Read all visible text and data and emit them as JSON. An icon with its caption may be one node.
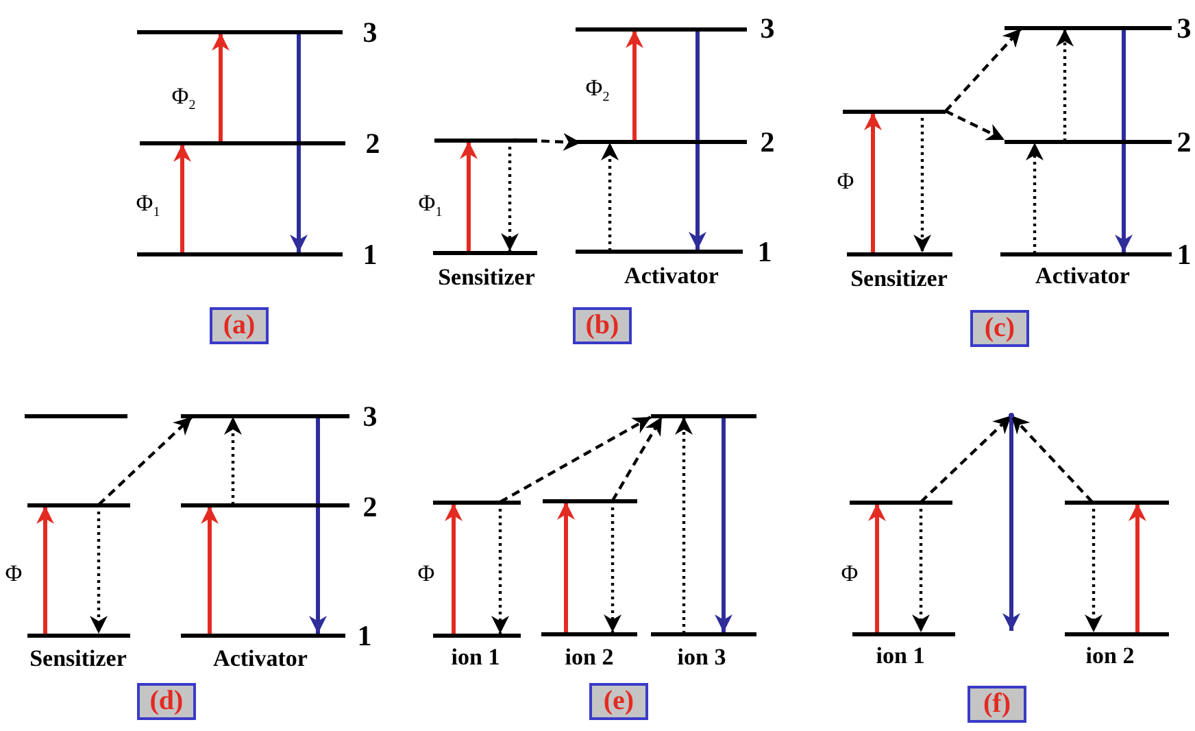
{
  "diagram": {
    "nodes": [
      {
        "text": [],
        "shape": "bar",
        "beside": [
          "3"
        ]
      },
      {
        "text": [],
        "shape": "bar",
        "beside": [
          "2"
        ]
      },
      {
        "text": [],
        "shape": "bar",
        "beside": [
          "1"
        ]
      },
      {
        "text": [
          "(a)"
        ]
      },
      {
        "text": [],
        "shape": "bar"
      },
      {
        "text": [],
        "shape": "bar",
        "beside": [
          "Sensitizer"
        ]
      },
      {
        "text": [],
        "shape": "bar",
        "beside": [
          "3"
        ]
      },
      {
        "text": [],
        "shape": "bar",
        "beside": [
          "2"
        ]
      },
      {
        "text": [],
        "shape": "bar",
        "beside": [
          "Activator",
          "1"
        ]
      },
      {
        "text": [
          "(b)"
        ]
      },
      {
        "text": [],
        "shape": "bar"
      },
      {
        "text": [],
        "shape": "bar",
        "beside": [
          "Sensitizer"
        ]
      },
      {
        "text": [],
        "shape": "bar",
        "beside": [
          "3"
        ]
      },
      {
        "text": [],
        "shape": "bar",
        "beside": [
          "2"
        ]
      },
      {
        "text": [],
        "shape": "bar",
        "beside": [
          "Activator",
          "1"
        ]
      },
      {
        "text": [
          "(c)"
        ]
      },
      {
        "text": [],
        "shape": "bar"
      },
      {
        "text": [],
        "shape": "bar"
      },
      {
        "text": [],
        "shape": "bar",
        "beside": [
          "Sensitizer"
        ]
      },
      {
        "text": [],
        "shape": "bar",
        "beside": [
          "3"
        ]
      },
      {
        "text": [],
        "shape": "bar",
        "beside": [
          "2"
        ]
      },
      {
        "text": [],
        "shape": "bar",
        "beside": [
          "Activator",
          "1"
        ]
      },
      {
        "text": [
          "(d)"
        ]
      },
      {
        "text": [],
        "shape": "bar"
      },
      {
        "text": [],
        "shape": "bar",
        "beside": [
          "ion 1"
        ]
      },
      {
        "text": [],
        "shape": "bar"
      },
      {
        "text": [],
        "shape": "bar",
        "beside": [
          "ion 2"
        ]
      },
      {
        "text": [],
        "shape": "bar"
      },
      {
        "text": [],
        "shape": "bar",
        "beside": [
          "ion 3"
        ]
      },
      {
        "text": [
          "(e)"
        ]
      },
      {
        "text": [],
        "shape": "point"
      },
      {
        "text": [],
        "shape": "bar"
      },
      {
        "text": [],
        "shape": "bar",
        "beside": [
          "ion 1"
        ]
      },
      {
        "text": [],
        "shape": "bar"
      },
      {
        "text": [],
        "shape": "bar",
        "beside": [
          "ion 2"
        ]
      },
      {
        "text": [
          "(f)"
        ]
      }
    ],
    "edges": [
      {
        "from": 2,
        "to": 1,
        "arrow": "to",
        "color": "#e32b22",
        "label": "Φ$_{1}$"
      },
      {
        "from": 1,
        "to": 0,
        "arrow": "to",
        "color": "#e32b22",
        "label": "Φ$_{2}$"
      },
      {
        "from": 0,
        "to": 2,
        "arrow": "to",
        "color": "#2f2d9a"
      },
      {
        "from": 5,
        "to": 4,
        "arrow": "to",
        "color": "#e32b22",
        "label": "Φ$_{1}$"
      },
      {
        "from": 4,
        "to": 5,
        "arrow": "to",
        "style": "dashed"
      },
      {
        "from": 4,
        "to": 7,
        "arrow": "to",
        "style": "dashed"
      },
      {
        "from": 8,
        "to": 7,
        "arrow": "to",
        "style": "dashed"
      },
      {
        "from": 7,
        "to": 6,
        "arrow": "to",
        "color": "#e32b22",
        "label": "Φ$_{2}$"
      },
      {
        "from": 6,
        "to": 8,
        "arrow": "to",
        "color": "#2f2d9a"
      },
      {
        "from": 11,
        "to": 10,
        "arrow": "to",
        "color": "#e32b22",
        "label": "Φ"
      },
      {
        "from": 10,
        "to": 11,
        "arrow": "to",
        "style": "dashed"
      },
      {
        "from": 10,
        "to": 12,
        "arrow": "to",
        "style": "dashed"
      },
      {
        "from": 10,
        "to": 13,
        "arrow": "to",
        "style": "dashed"
      },
      {
        "from": 14,
        "to": 13,
        "arrow": "to",
        "style": "dashed"
      },
      {
        "from": 13,
        "to": 12,
        "arrow": "to",
        "style": "dashed"
      },
      {
        "from": 12,
        "to": 14,
        "arrow": "to",
        "color": "#2f2d9a"
      },
      {
        "from": 18,
        "to": 17,
        "arrow": "to",
        "color": "#e32b22",
        "label": "Φ"
      },
      {
        "from": 17,
        "to": 18,
        "arrow": "to",
        "style": "dashed"
      },
      {
        "from": 17,
        "to": 19,
        "arrow": "to",
        "style": "dashed"
      },
      {
        "from": 21,
        "to": 20,
        "arrow": "to",
        "color": "#e32b22"
      },
      {
        "from": 20,
        "to": 19,
        "arrow": "to",
        "style": "dashed"
      },
      {
        "from": 19,
        "to": 21,
        "arrow": "to",
        "color": "#2f2d9a"
      },
      {
        "from": 24,
        "to": 23,
        "arrow": "to",
        "color": "#e32b22",
        "label": "Φ"
      },
      {
        "from": 23,
        "to": 24,
        "arrow": "to",
        "style": "dashed"
      },
      {
        "from": 23,
        "to": 27,
        "arrow": "to",
        "style": "dashed"
      },
      {
        "from": 26,
        "to": 25,
        "arrow": "to",
        "color": "#e32b22"
      },
      {
        "from": 25,
        "to": 26,
        "arrow": "to",
        "style": "dashed"
      },
      {
        "from": 25,
        "to": 27,
        "arrow": "to",
        "style": "dashed"
      },
      {
        "from": 28,
        "to": 27,
        "arrow": "to",
        "style": "dashed"
      },
      {
        "from": 27,
        "to": 28,
        "arrow": "to",
        "color": "#2f2d9a"
      },
      {
        "from": 32,
        "to": 31,
        "arrow": "to",
        "color": "#e32b22",
        "label": "Φ"
      },
      {
        "from": 31,
        "to": 32,
        "arrow": "to",
        "style": "dashed"
      },
      {
        "from": 31,
        "to": 30,
        "arrow": "to",
        "style": "dashed"
      },
      {
        "from": 30,
        "to": null,
        "arrow": "to",
        "color": "#2f2d9a"
      },
      {
        "from": 34,
        "to": 33,
        "arrow": "to",
        "color": "#e32b22"
      },
      {
        "from": 33,
        "to": 34,
        "arrow": "to",
        "style": "dashed"
      },
      {
        "from": 33,
        "to": 30,
        "arrow": "to",
        "style": "dashed"
      }
    ]
  }
}
